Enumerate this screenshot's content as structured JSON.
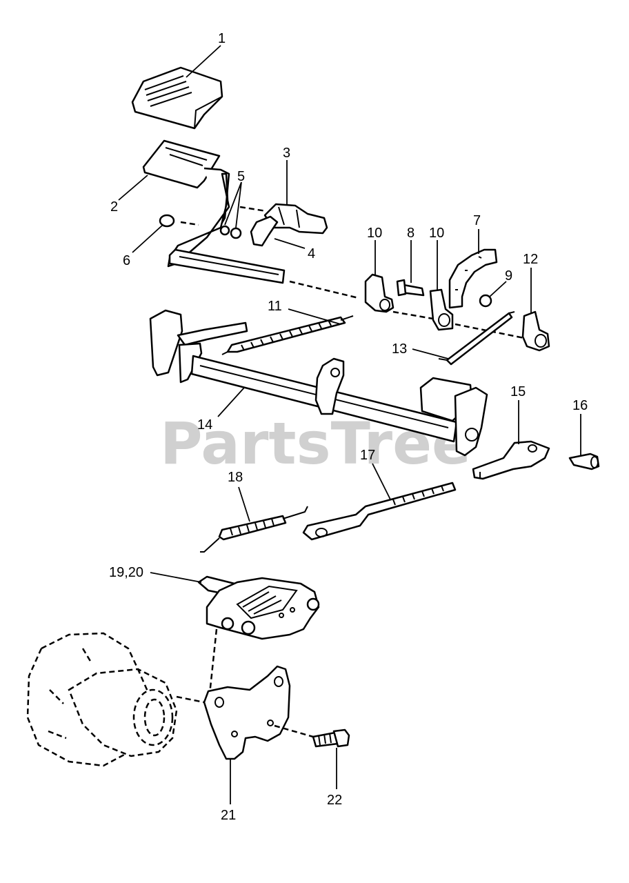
{
  "watermark": "PartsTree",
  "callouts": {
    "c1": "1",
    "c2": "2",
    "c3": "3",
    "c4": "4",
    "c5": "5",
    "c6": "6",
    "c7": "7",
    "c8": "8",
    "c9": "9",
    "c10a": "10",
    "c10b": "10",
    "c11": "11",
    "c12": "12",
    "c13": "13",
    "c14": "14",
    "c15": "15",
    "c16": "16",
    "c17": "17",
    "c18": "18",
    "c19": "19,20",
    "c21": "21",
    "c22": "22"
  }
}
